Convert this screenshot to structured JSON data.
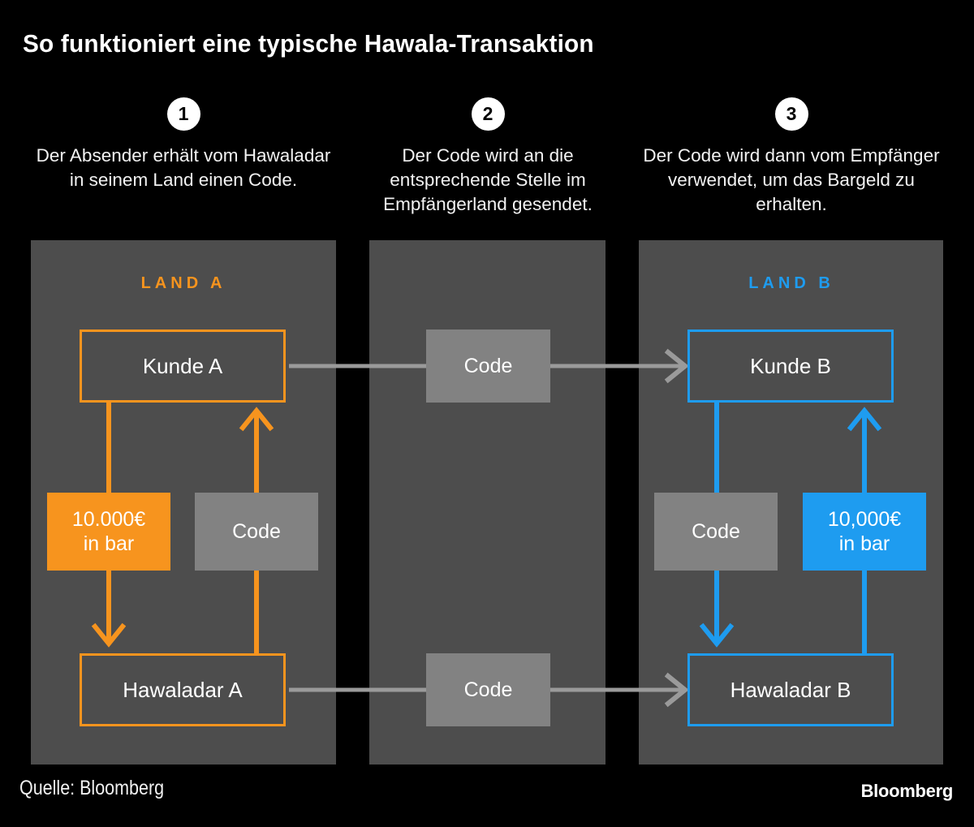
{
  "title": "So funktioniert eine typische Hawala-Transaktion",
  "steps": [
    {
      "number": "1",
      "text": "Der Absender erhält vom Hawaladar in seinem Land einen Code."
    },
    {
      "number": "2",
      "text": "Der Code wird an die entsprechende Stelle im Empfängerland gesendet."
    },
    {
      "number": "3",
      "text": "Der Code wird dann vom Empfänger verwendet, um das Bargeld zu erhalten."
    }
  ],
  "panels": {
    "land_a": {
      "label": "LAND A",
      "color": "#f7941e",
      "customer": "Kunde A",
      "hawaladar": "Hawaladar A",
      "cash": "10.000€",
      "cash_sub": "in bar",
      "code": "Code"
    },
    "middle": {
      "code_top": "Code",
      "code_bottom": "Code",
      "code_color": "#828282"
    },
    "land_b": {
      "label": "LAND B",
      "color": "#1e9cf0",
      "customer": "Kunde B",
      "hawaladar": "Hawaladar B",
      "cash": "10,000€",
      "cash_sub": "in bar",
      "code": "Code"
    }
  },
  "footer": {
    "source": "Quelle: Bloomberg",
    "brand": "Bloomberg"
  },
  "theme": {
    "background": "#000000",
    "panel_background": "#4d4d4d",
    "orange": "#f7941e",
    "blue": "#1e9cf0",
    "grey": "#828282",
    "arrow_grey": "#9a9a9a",
    "text": "#ffffff"
  }
}
